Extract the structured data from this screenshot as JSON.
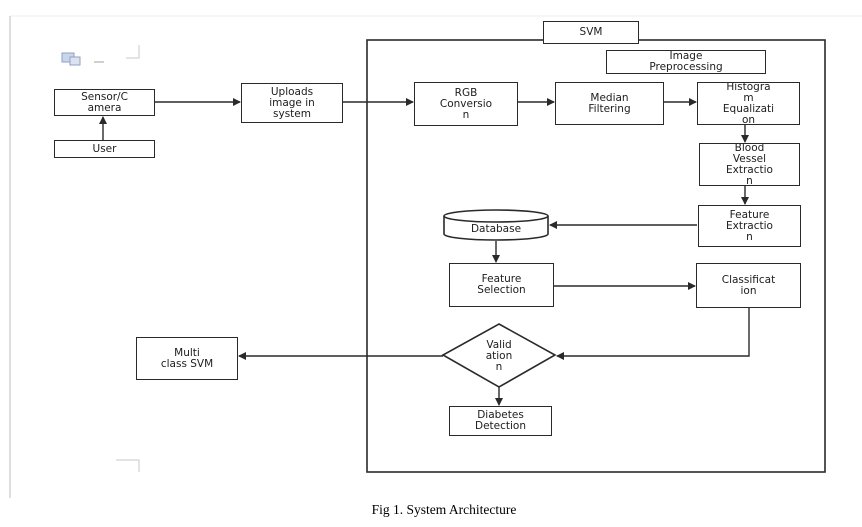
{
  "caption": "Fig 1.  System Architecture",
  "nodes": {
    "svm": "SVM",
    "preprocessing": "Image\nPreprocessing",
    "sensor": "Sensor/C\namera",
    "user": "User",
    "upload": "Uploads\nimage in\nsystem",
    "rgb": "RGB\nConversio\nn",
    "median": "Median\nFiltering",
    "histogram": "Histogra\nm\nEqualizati\non",
    "vessel": "Blood\nVessel\nExtractio\nn",
    "feature_extraction": "Feature\nExtractio\nn",
    "database": "Database",
    "feature_selection": "Feature\nSelection",
    "classification": "Classificat\nion",
    "validation": "Valid\nation\nn",
    "multiclass": "Multi\nclass SVM",
    "diabetes": "Diabetes\nDetection"
  }
}
